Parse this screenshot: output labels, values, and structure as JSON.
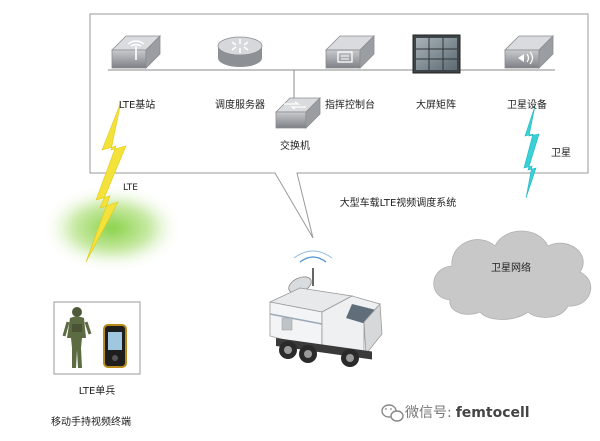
{
  "system_box": {
    "title": "大型车载LTE视频调度系统",
    "devices": [
      {
        "id": "lte-base",
        "label": "LTE基站"
      },
      {
        "id": "dispatch-server",
        "label": "调度服务器"
      },
      {
        "id": "command-console",
        "label": "指挥控制台"
      },
      {
        "id": "video-wall",
        "label": "大屏矩阵"
      },
      {
        "id": "satellite-device",
        "label": "卫星设备"
      },
      {
        "id": "switch",
        "label": "交换机"
      }
    ]
  },
  "links": {
    "lte_link_label": "LTE",
    "satellite_link_label": "卫星"
  },
  "satellite_network": {
    "label": "卫星网络"
  },
  "terminal": {
    "device_label": "LTE单兵",
    "caption": "移动手持视频终端"
  },
  "watermark": {
    "prefix": "微信号:",
    "account": "femtocell"
  },
  "colors": {
    "lte_bolt": "#f2e23a",
    "satellite_bolt": "#3ad0d8",
    "glow": "#7fce3a",
    "cloud": "#c8c8c8",
    "device_grey": "#8d8f93"
  }
}
